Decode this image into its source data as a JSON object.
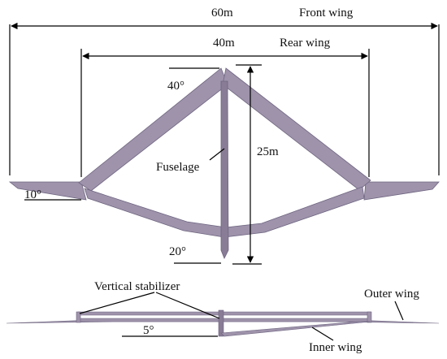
{
  "colors": {
    "structure": "#9e93ab",
    "structure_edge": "#6f6580",
    "structure_dark": "#887c96",
    "annotation": "#000000",
    "background": "#ffffff"
  },
  "labels": {
    "front_wing": "Front wing",
    "rear_wing": "Rear wing",
    "fuselage": "Fuselage",
    "vertical_stabilizer": "Vertical stabilizer",
    "outer_wing": "Outer wing",
    "inner_wing": "Inner wing"
  },
  "dimensions": {
    "front_span": "60m",
    "rear_span": "40m",
    "length": "25m"
  },
  "angles": {
    "front_sweep": "40°",
    "dihedral": "10°",
    "rear_angle": "20°",
    "side_angle": "5°"
  }
}
